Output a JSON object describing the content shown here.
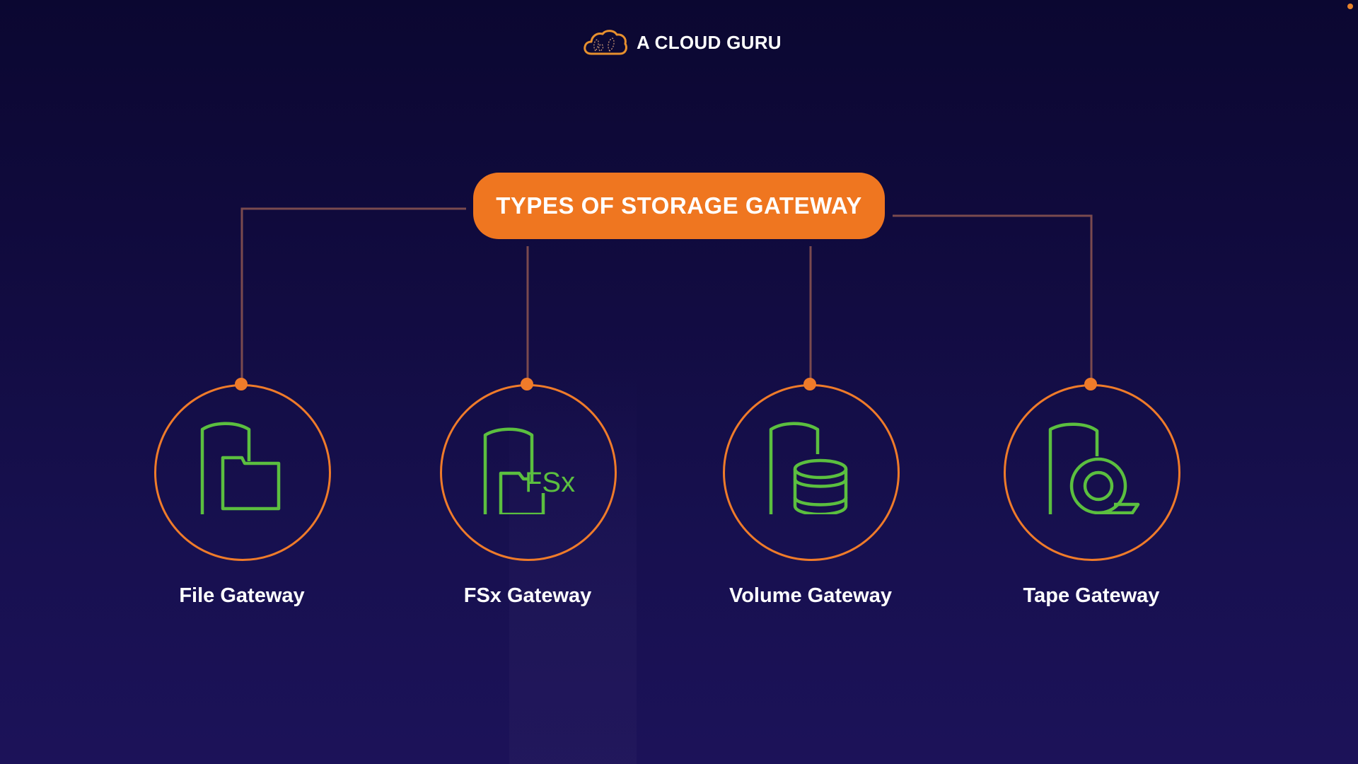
{
  "brand": {
    "logo_icon": "cloud-icon",
    "name": "A CLOUD GURU",
    "accent_color": "#ef7620",
    "icon_color": "#5bbf3f"
  },
  "diagram": {
    "title": "TYPES OF STORAGE GATEWAY",
    "nodes": [
      {
        "label": "File Gateway",
        "icon": "file-gateway-icon"
      },
      {
        "label": "FSx Gateway",
        "icon": "fsx-gateway-icon",
        "icon_text": "FSx"
      },
      {
        "label": "Volume Gateway",
        "icon": "volume-gateway-icon"
      },
      {
        "label": "Tape Gateway",
        "icon": "tape-gateway-icon"
      }
    ]
  }
}
